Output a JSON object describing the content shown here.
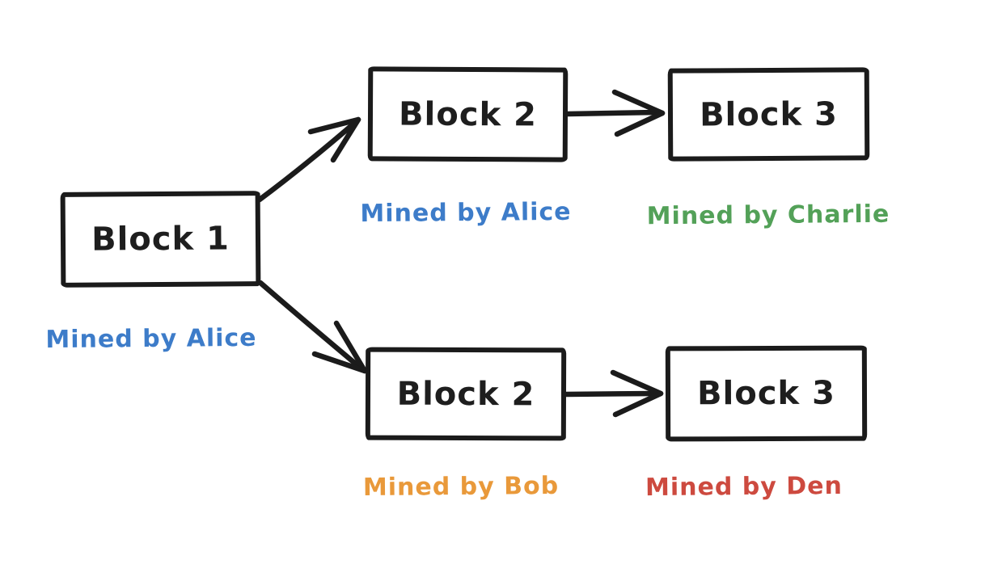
{
  "diagram": {
    "type": "blockchain-fork",
    "background_color": "#ffffff",
    "stroke_color": "#1b1b1b",
    "nodes": [
      {
        "id": "block-1",
        "label": "Block 1",
        "miner": "Mined by Alice",
        "miner_color": "#3d7cc9"
      },
      {
        "id": "block-2-top",
        "label": "Block 2",
        "miner": "Mined by Alice",
        "miner_color": "#3d7cc9"
      },
      {
        "id": "block-3-top",
        "label": "Block 3",
        "miner": "Mined by Charlie",
        "miner_color": "#53a158"
      },
      {
        "id": "block-2-bottom",
        "label": "Block 2",
        "miner": "Mined by Bob",
        "miner_color": "#e9993a"
      },
      {
        "id": "block-3-bottom",
        "label": "Block 3",
        "miner": "Mined by Den",
        "miner_color": "#cd4a3f"
      }
    ],
    "edges": [
      {
        "from": "block-1",
        "to": "block-2-top"
      },
      {
        "from": "block-1",
        "to": "block-2-bottom"
      },
      {
        "from": "block-2-top",
        "to": "block-3-top"
      },
      {
        "from": "block-2-bottom",
        "to": "block-3-bottom"
      }
    ]
  }
}
